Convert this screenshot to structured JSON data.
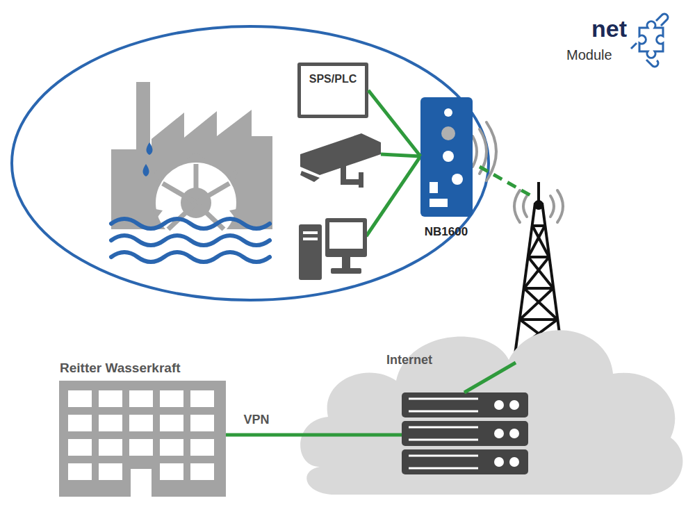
{
  "diagram": {
    "nodes": [
      {
        "text": [
          "SPS/PLC"
        ]
      },
      {
        "text": [
          "NB1600"
        ]
      },
      {
        "text": [
          "Internet"
        ]
      },
      {
        "text": [
          "Reitter Wasserkraft"
        ]
      }
    ],
    "edges": [
      {
        "from": 0,
        "to": 1,
        "arrow": "none"
      },
      {
        "from": 3,
        "to": 2,
        "label": "VPN",
        "arrow": "none"
      }
    ],
    "labels": [
      "net",
      "Module"
    ]
  }
}
